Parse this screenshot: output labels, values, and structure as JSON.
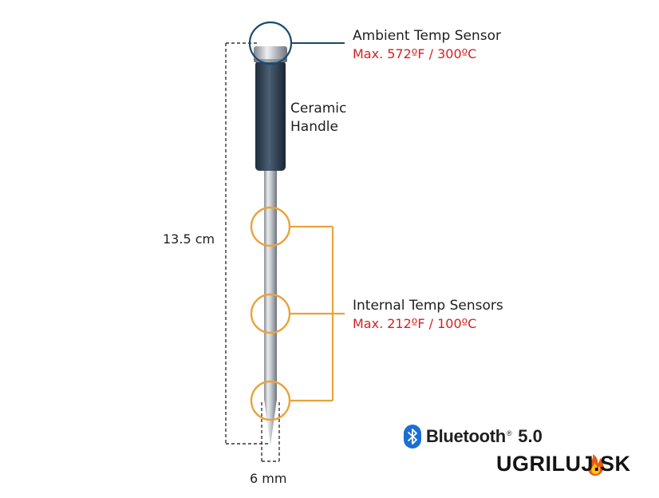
{
  "labels": {
    "ambient_title": "Ambient Temp Sensor",
    "ambient_max": "Max. 572ºF / 300ºC",
    "handle_line1": "Ceramic",
    "handle_line2": "Handle",
    "internal_title": "Internal Temp Sensors",
    "internal_max": "Max. 212ºF / 100ºC",
    "length": "13.5 cm",
    "diameter": "6 mm"
  },
  "bluetooth": {
    "brand": "Bluetooth",
    "registered": "®",
    "version": "5.0"
  },
  "watermark": {
    "text": "UGRILUJ.SK"
  },
  "colors": {
    "ambient_callout": "#1a4a6e",
    "internal_callout": "#e8a33c",
    "max_text": "#d32222",
    "handle": "#2f3f52",
    "bluetooth": "#1a6fd6"
  }
}
